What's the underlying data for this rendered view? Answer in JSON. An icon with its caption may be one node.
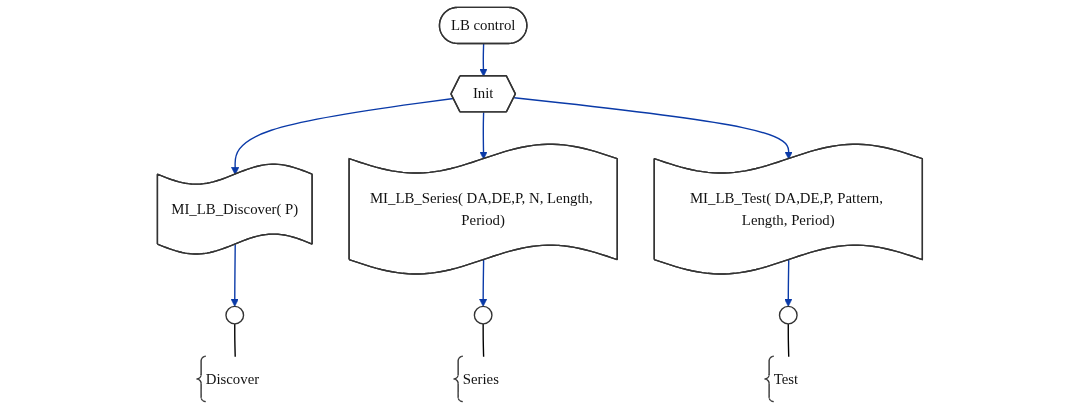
{
  "diagram": {
    "nodes": [
      {
        "text": [
          "LB control"
        ]
      },
      {
        "text": [
          "Init"
        ]
      },
      {
        "text": [
          "MI_LB_Discover( P)"
        ]
      },
      {
        "text": [
          "MI_LB_Series( DA,DE,P, N, Length, Period)"
        ]
      },
      {
        "text": [
          "MI_LB_Test( DA,DE,P, Pattern, Length, Period)"
        ]
      },
      {
        "text": [],
        "shape": "circle"
      },
      {
        "text": [],
        "shape": "circle"
      },
      {
        "text": [],
        "shape": "circle"
      },
      {
        "text": [
          "Discover"
        ]
      },
      {
        "text": [
          "Series"
        ]
      },
      {
        "text": [
          "Test"
        ]
      }
    ],
    "edges": [
      {
        "from": 0,
        "to": 1,
        "arrow": "to"
      },
      {
        "from": 1,
        "to": 2,
        "arrow": "to"
      },
      {
        "from": 1,
        "to": 3,
        "arrow": "to"
      },
      {
        "from": 1,
        "to": 4,
        "arrow": "to"
      },
      {
        "from": 2,
        "to": 5,
        "arrow": "to"
      },
      {
        "from": 3,
        "to": 6,
        "arrow": "to"
      },
      {
        "from": 4,
        "to": 7,
        "arrow": "to"
      },
      {
        "from": 5,
        "to": 8,
        "arrow": "none",
        "color": "#000000"
      },
      {
        "from": 6,
        "to": 9,
        "arrow": "none",
        "color": "#000000"
      },
      {
        "from": 7,
        "to": 10,
        "arrow": "none",
        "color": "#000000"
      }
    ]
  }
}
